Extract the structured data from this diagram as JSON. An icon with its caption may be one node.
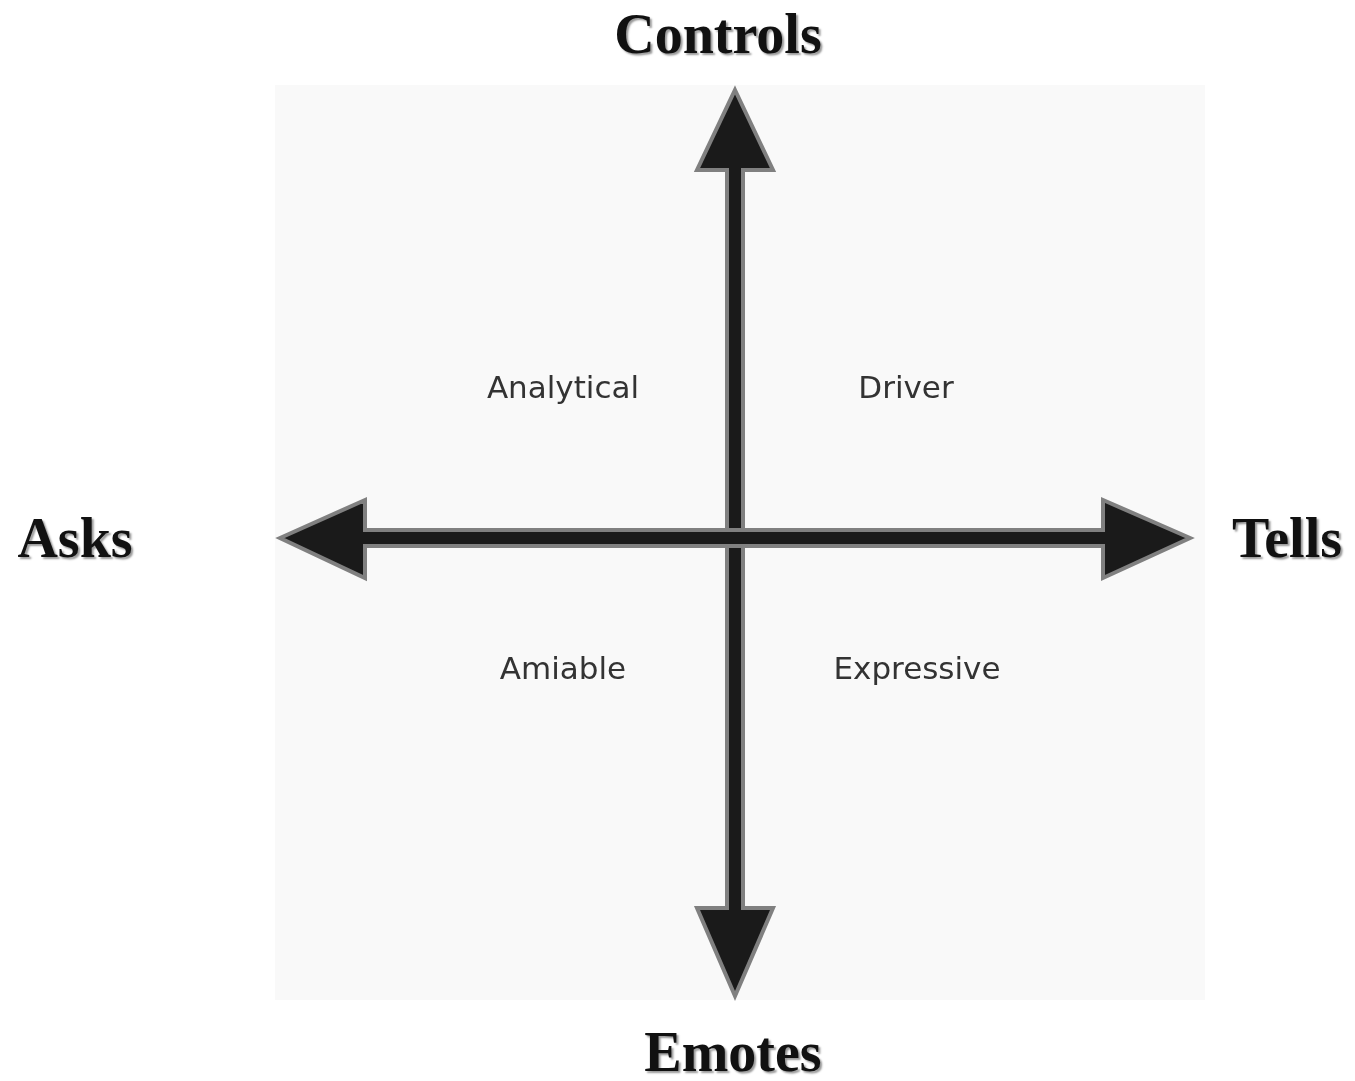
{
  "diagram": {
    "labels": [
      "Controls",
      "Analytical",
      "Driver",
      "Asks",
      "Tells",
      "Amiable",
      "Expressive",
      "Emotes"
    ]
  }
}
